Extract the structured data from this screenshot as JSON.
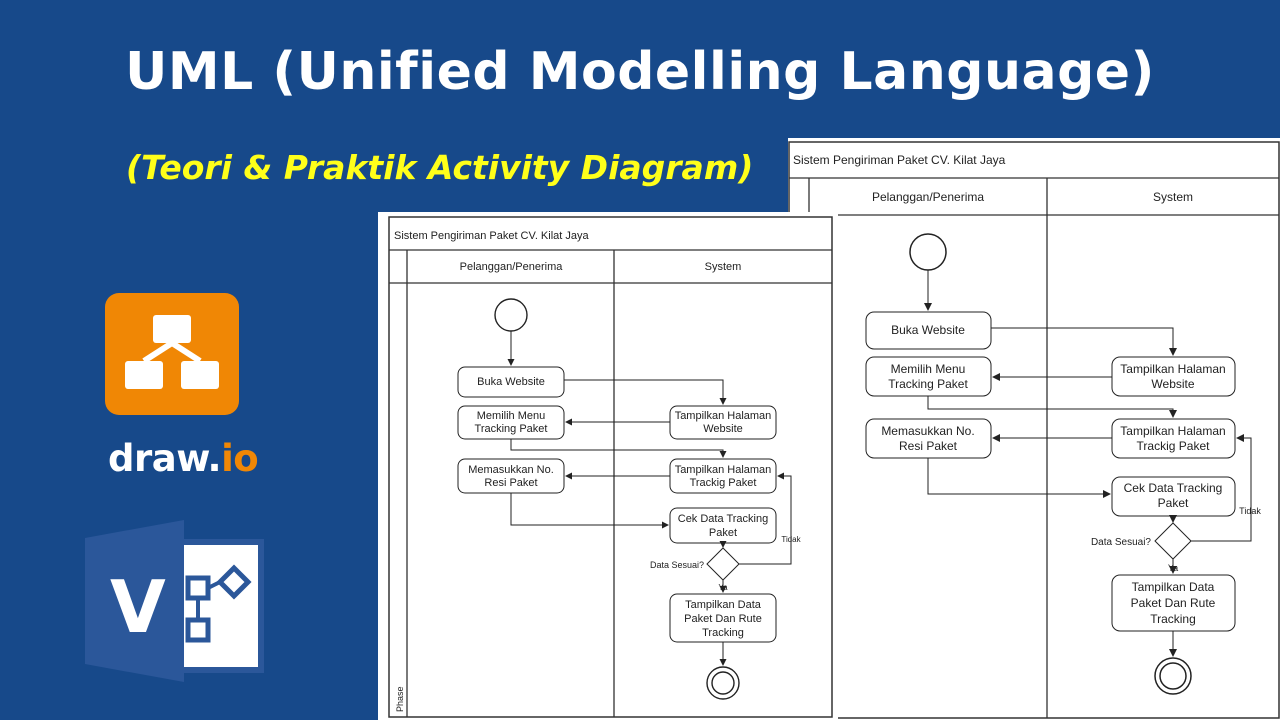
{
  "header": {
    "title": "UML (Unified Modelling Language)",
    "subtitle": "(Teori & Praktik Activity Diagram)"
  },
  "logos": {
    "drawio": {
      "name_main": "draw.",
      "name_accent": "io",
      "icon": "drawio-diagram-icon",
      "accent_color": "#f08705"
    },
    "visio": {
      "icon": "visio-icon",
      "letter": "V",
      "color": "#2b579a"
    }
  },
  "diagram": {
    "title": "Sistem Pengiriman Paket CV. Kilat Jaya",
    "lanes": [
      "Pelanggan/Penerima",
      "System"
    ],
    "phase_label": "Phase",
    "nodes": {
      "buka_website": "Buka Website",
      "memilih_menu": [
        "Memilih Menu",
        "Tracking Paket"
      ],
      "memasukkan_resi": [
        "Memasukkan No.",
        "Resi Paket"
      ],
      "tampilkan_website": [
        "Tampilkan Halaman",
        "Website"
      ],
      "tampilkan_tracking": [
        "Tampilkan Halaman",
        "Trackig Paket"
      ],
      "cek_data": [
        "Cek Data Tracking",
        "Paket"
      ],
      "decision_label": "Data Sesuai?",
      "yes_label": "Ya",
      "no_label": "Tidak",
      "tampilkan_data": [
        "Tampilkan Data",
        "Paket Dan Rute",
        "Tracking"
      ]
    }
  }
}
